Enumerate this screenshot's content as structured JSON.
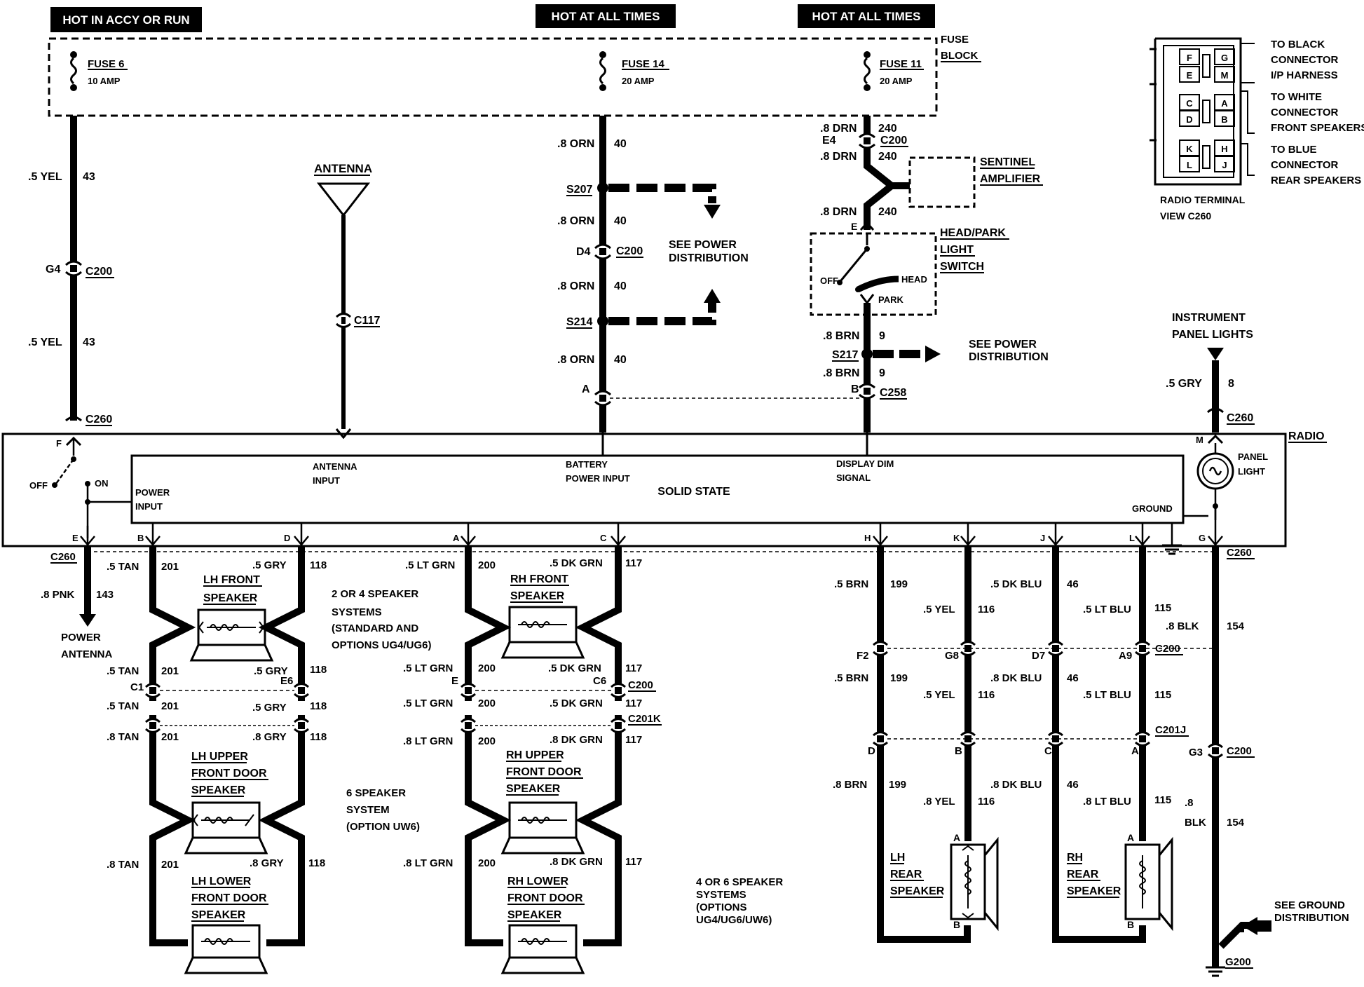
{
  "headers": {
    "hot_accy_run": "HOT IN ACCY OR RUN",
    "hot_all_times_1": "HOT AT ALL TIMES",
    "hot_all_times_2": "HOT AT ALL TIMES"
  },
  "fuse_block": {
    "label_line1": "FUSE",
    "label_line2": "BLOCK",
    "fuse6_name": "FUSE 6",
    "fuse6_rating": "10 AMP",
    "fuse14_name": "FUSE 14",
    "fuse14_rating": "20 AMP",
    "fuse11_name": "FUSE 11",
    "fuse11_rating": "20 AMP"
  },
  "connector_view": {
    "pins": [
      "F",
      "G",
      "E",
      "M",
      "C",
      "A",
      "D",
      "B",
      "K",
      "H",
      "L",
      "J"
    ],
    "black_l1": "TO BLACK",
    "black_l2": "CONNECTOR",
    "black_l3": "I/P HARNESS",
    "white_l1": "TO WHITE",
    "white_l2": "CONNECTOR",
    "white_l3": "FRONT SPEAKERS",
    "blue_l1": "TO BLUE",
    "blue_l2": "CONNECTOR",
    "blue_l3": "REAR SPEAKERS",
    "caption_l1": "RADIO TERMINAL",
    "caption_l2a": "VIEW ",
    "caption_l2b": "C260"
  },
  "circuit_43": {
    "wire1": ".5 YEL",
    "num1": "43",
    "pin": "G4",
    "conn": "C200",
    "wire2": ".5 YEL",
    "num2": "43",
    "radio_conn": "C260"
  },
  "antenna": {
    "label": "ANTENNA",
    "conn": "C117",
    "input_l1": "ANTENNA",
    "input_l2": "INPUT"
  },
  "circuit_40": {
    "wire1": ".8 ORN",
    "num1": "40",
    "splice1": "S207",
    "wire2": ".8 ORN",
    "num2": "40",
    "pin": "D4",
    "conn": "C200",
    "wire3": ".8 ORN",
    "num3": "40",
    "splice2": "S214",
    "wire4": ".8 ORN",
    "num4": "40",
    "pin_a": "A",
    "see_l1": "SEE POWER",
    "see_l2": "DISTRIBUTION"
  },
  "circuit_240": {
    "wire1": ".8 DRN",
    "num1": "240",
    "pin": "E4",
    "conn": "C200",
    "wire2": ".8 DRN",
    "num2": "240",
    "wire3": ".8 DRN",
    "num3": "240",
    "sentinel_l1": "SENTINEL",
    "sentinel_l2": "AMPLIFIER"
  },
  "head_switch": {
    "pin_e": "E",
    "label_l1": "HEAD/PARK",
    "label_l2": "LIGHT",
    "label_l3": "SWITCH",
    "off": "OFF",
    "head": "HEAD",
    "park": "PARK"
  },
  "circuit_9": {
    "wire1": ".8 BRN",
    "num1": "9",
    "splice": "S217",
    "wire2": ".8 BRN",
    "num2": "9",
    "pin_b": "B",
    "conn": "C258",
    "see_l1": "SEE POWER",
    "see_l2": "DISTRIBUTION"
  },
  "panel_lights": {
    "label_l1": "INSTRUMENT",
    "label_l2": "PANEL LIGHTS",
    "wire": ".5 GRY",
    "num": "8",
    "conn": "C260"
  },
  "radio": {
    "label": "RADIO",
    "solid_state": "SOLID STATE",
    "power_input_l1": "POWER",
    "power_input_l2": "INPUT",
    "battery_l1": "BATTERY",
    "battery_l2": "POWER INPUT",
    "dim_l1": "DISPLAY DIM",
    "dim_l2": "SIGNAL",
    "panel_light_l1": "PANEL",
    "panel_light_l2": "LIGHT",
    "ground": "GROUND",
    "off": "OFF",
    "on": "ON",
    "pin_f": "F",
    "pin_m": "M",
    "pins_bottom": [
      "E",
      "B",
      "D",
      "A",
      "C",
      "H",
      "K",
      "J",
      "L",
      "G"
    ]
  },
  "power_antenna": {
    "conn": "C260",
    "wire": ".8 PNK",
    "num": "143",
    "label_l1": "POWER",
    "label_l2": "ANTENNA"
  },
  "front_left": {
    "w_tan": ".5 TAN",
    "n_tan": "201",
    "w_gry": ".5 GRY",
    "n_gry": "118",
    "speaker_l1": "LH FRONT",
    "speaker_l2": "SPEAKER",
    "w_tan2": ".5 TAN",
    "n_tan2": "201",
    "w_gry2": ".5 GRY",
    "n_gry2": "118",
    "pin_c1": "C1",
    "pin_e6": "E6",
    "w_tan3": ".5 TAN",
    "n_tan3": "201",
    "w_gry3": ".5 GRY",
    "n_gry3": "118",
    "w_tan4": ".8 TAN",
    "n_tan4": "201",
    "w_gry4": ".8 GRY",
    "n_gry4": "118",
    "upper_l1": "LH UPPER",
    "upper_l2": "FRONT DOOR",
    "upper_l3": "SPEAKER",
    "w_tan5": ".8 TAN",
    "n_tan5": "201",
    "w_gry5": ".8 GRY",
    "n_gry5": "118",
    "lower_l1": "LH LOWER",
    "lower_l2": "FRONT DOOR",
    "lower_l3": "SPEAKER"
  },
  "front_right": {
    "w_grn": ".5 LT GRN",
    "n_grn": "200",
    "w_dkg": ".5 DK GRN",
    "n_dkg": "117",
    "speaker_l1": "RH FRONT",
    "speaker_l2": "SPEAKER",
    "w_grn2": ".5 LT GRN",
    "n_grn2": "200",
    "w_dkg2": ".5 DK GRN",
    "n_dkg2": "117",
    "pin_e": "E",
    "pin_c6": "C6",
    "conn": "C200",
    "w_grn3": ".5 LT GRN",
    "n_grn3": "200",
    "w_dkg3": ".5 DK GRN",
    "n_dkg3": "117",
    "conn_k": "C201K",
    "w_grn4": ".8 LT GRN",
    "n_grn4": "200",
    "w_dkg4": ".8 DK GRN",
    "n_dkg4": "117",
    "upper_l1": "RH UPPER",
    "upper_l2": "FRONT DOOR",
    "upper_l3": "SPEAKER",
    "w_grn5": ".8 LT GRN",
    "n_grn5": "200",
    "w_dkg5": ".8 DK GRN",
    "n_dkg5": "117",
    "lower_l1": "RH LOWER",
    "lower_l2": "FRONT DOOR",
    "lower_l3": "SPEAKER"
  },
  "notes": {
    "sys24_l1": "2 OR 4 SPEAKER",
    "sys24_l2": "SYSTEMS",
    "sys24_l3": "(STANDARD AND",
    "sys24_l4": "OPTIONS UG4/UG6)",
    "sys6_l1": "6 SPEAKER",
    "sys6_l2": "SYSTEM",
    "sys6_l3": "(OPTION UW6)",
    "sys46_l1": "4 OR 6 SPEAKER",
    "sys46_l2": "SYSTEMS",
    "sys46_l3": "(OPTIONS",
    "sys46_l4": "UG4/UG6/UW6)"
  },
  "rear": {
    "w_brn": ".5 BRN",
    "n_brn": "199",
    "w_yel": ".5 YEL",
    "n_yel": "116",
    "w_blu": ".5 DK BLU",
    "n_blu": "46",
    "w_lblu": ".5 LT BLU",
    "n_lblu": "115",
    "w_blk": ".8 BLK",
    "n_blk": "154",
    "pin_f2": "F2",
    "pin_g8": "G8",
    "pin_d7": "D7",
    "pin_a9": "A9",
    "conn_c200": "C200",
    "w_brn2": ".5 BRN",
    "n_brn2": "199",
    "w_yel2": ".5 YEL",
    "n_yel2": "116",
    "w_blu2": ".8 DK BLU",
    "n_blu2": "46",
    "w_lblu2": ".5 LT BLU",
    "n_lblu2": "115",
    "conn_c201j": "C201J",
    "pin_d": "D",
    "pin_b": "B",
    "pin_c": "C",
    "pin_a": "A",
    "pin_g3": "G3",
    "conn_c200b": "C200",
    "w_brn3": ".8 BRN",
    "n_brn3": "199",
    "w_yel3": ".8 YEL",
    "n_yel3": "116",
    "w_blu3": ".8 DK BLU",
    "n_blu3": "46",
    "w_lblu3": ".8 LT BLU",
    "n_lblu3": "115",
    "w_blk2a": ".8",
    "w_blk2b": "BLK",
    "n_blk2": "154",
    "lh_l1": "LH",
    "lh_l2": "REAR",
    "lh_l3": "SPEAKER",
    "rh_l1": "RH",
    "rh_l2": "REAR",
    "rh_l3": "SPEAKER",
    "spk_a": "A",
    "spk_b": "B",
    "see_ground_l1": "SEE GROUND",
    "see_ground_l2": "DISTRIBUTION",
    "g200": "G200",
    "c260": "C260"
  }
}
